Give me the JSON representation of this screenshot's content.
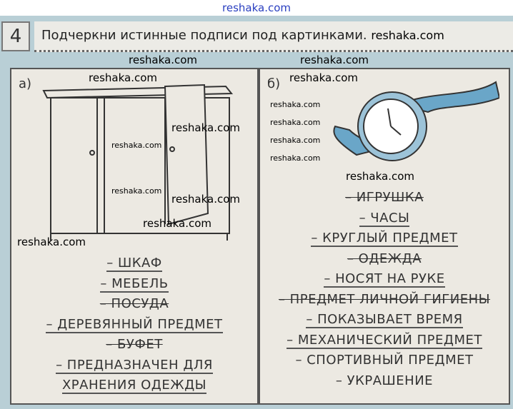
{
  "watermark": "reshaka.com",
  "task": {
    "number": "4",
    "text": "Подчеркни истинные подписи под картинками."
  },
  "panel_a": {
    "label": "а)",
    "picture": "wardrobe",
    "items": [
      {
        "text": "– ШКАФ",
        "mark": "underline"
      },
      {
        "text": "– МЕБЕЛЬ",
        "mark": "underline"
      },
      {
        "text": "– ПОСУДА",
        "mark": "strike"
      },
      {
        "text": "– ДЕРЕВЯННЫЙ ПРЕДМЕТ",
        "mark": "underline"
      },
      {
        "text": "– БУФЕТ",
        "mark": "strike"
      },
      {
        "text": "– ПРЕДНАЗНАЧЕН ДЛЯ",
        "mark": "underline"
      },
      {
        "text": "ХРАНЕНИЯ ОДЕЖДЫ",
        "mark": "underline"
      }
    ]
  },
  "panel_b": {
    "label": "б)",
    "picture": "wristwatch",
    "items": [
      {
        "text": "– ИГРУШКА",
        "mark": "strike"
      },
      {
        "text": "– ЧАСЫ",
        "mark": "underline"
      },
      {
        "text": "– КРУГЛЫЙ ПРЕДМЕТ",
        "mark": "underline"
      },
      {
        "text": "– ОДЕЖДА",
        "mark": "strike"
      },
      {
        "text": "– НОСЯТ НА РУКЕ",
        "mark": "underline"
      },
      {
        "text": "– ПРЕДМЕТ ЛИЧНОЙ ГИГИЕНЫ",
        "mark": "strike"
      },
      {
        "text": "– ПОКАЗЫВАЕТ ВРЕМЯ",
        "mark": "underline"
      },
      {
        "text": "– МЕХАНИЧЕСКИЙ ПРЕДМЕТ",
        "mark": "underline"
      },
      {
        "text": "– СПОРТИВНЫЙ ПРЕДМЕТ",
        "mark": "none"
      },
      {
        "text": "– УКРАШЕНИЕ",
        "mark": "none"
      }
    ]
  }
}
